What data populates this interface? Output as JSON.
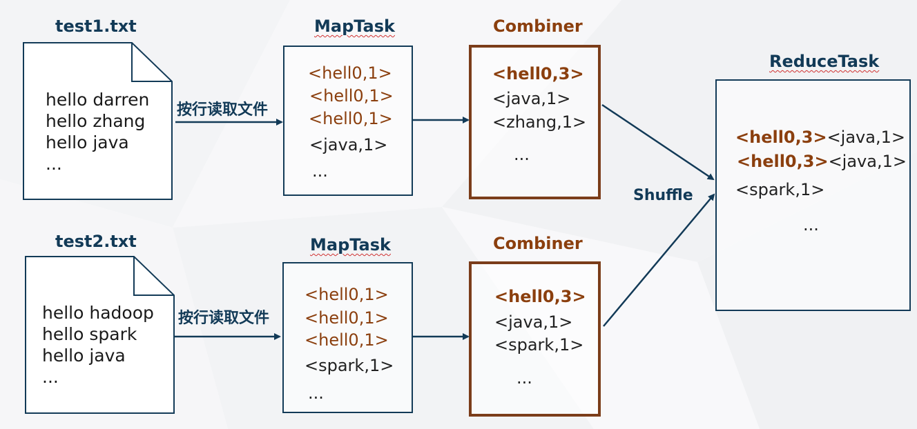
{
  "file1": {
    "title": "test1.txt",
    "lines": [
      "hello darren",
      "hello zhang",
      "hello java",
      "..."
    ]
  },
  "file2": {
    "title": "test2.txt",
    "lines": [
      "hello hadoop",
      "hello spark",
      "hello java",
      "..."
    ]
  },
  "read_label": "按行读取文件",
  "map1": {
    "title": "MapTask",
    "lines": [
      "<hell0,1>",
      "<hell0,1>",
      "<hell0,1>",
      "<java,1>",
      "..."
    ]
  },
  "map2": {
    "title": "MapTask",
    "lines": [
      "<hell0,1>",
      "<hell0,1>",
      "<hell0,1>",
      "<spark,1>",
      "..."
    ]
  },
  "comb1": {
    "title": "Combiner",
    "lines": [
      "<hell0,3>",
      "<java,1>",
      "<zhang,1>",
      "..."
    ]
  },
  "comb2": {
    "title": "Combiner",
    "lines": [
      "<hell0,3>",
      "<java,1>",
      "<spark,1>",
      "..."
    ]
  },
  "shuffle_label": "Shuffle",
  "reduce": {
    "title": "ReduceTask",
    "row1_bold": "<hell0,3>",
    "row1_rest": "<java,1>",
    "row2_bold": "<hell0,3>",
    "row2_rest": "<java,1>",
    "row3": "<spark,1>",
    "row4": "..."
  },
  "colors": {
    "dark_blue": "#123a57",
    "brown": "#8b3f0e",
    "combiner_border": "#7b3d1a"
  }
}
